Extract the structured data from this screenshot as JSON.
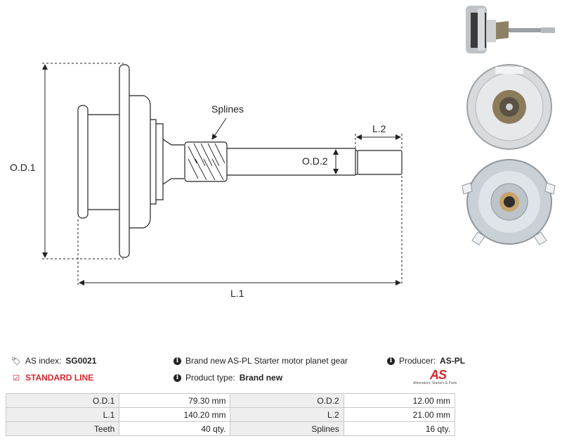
{
  "drawing": {
    "labels": {
      "od1": "O.D.1",
      "od2": "O.D.2",
      "l1": "L.1",
      "l2": "L.2",
      "splines": "Splines"
    }
  },
  "photos": [
    {
      "name": "side-view"
    },
    {
      "name": "front-view"
    },
    {
      "name": "back-view"
    }
  ],
  "info": {
    "as_index_label": "AS index:",
    "as_index_value": "SG0021",
    "line": "STANDARD LINE",
    "description": "Brand new AS-PL Starter motor planet gear",
    "product_type_label": "Product type:",
    "product_type_value": "Brand new",
    "producer_label": "Producer:",
    "producer_value": "AS-PL",
    "logo_text": "AS",
    "logo_subtitle": "Alternators, Starters & Parts"
  },
  "specs": [
    {
      "l1": "O.D.1",
      "v1": "79.30 mm",
      "l2": "O.D.2",
      "v2": "12.00 mm"
    },
    {
      "l1": "L.1",
      "v1": "140.20 mm",
      "l2": "L.2",
      "v2": "21.00 mm"
    },
    {
      "l1": "Teeth",
      "v1": "40 qty.",
      "l2": "Splines",
      "v2": "16 qty."
    }
  ],
  "colors": {
    "accent": "#d7262e",
    "table_label_bg": "#eeeeee",
    "border": "#c9c9c9"
  }
}
